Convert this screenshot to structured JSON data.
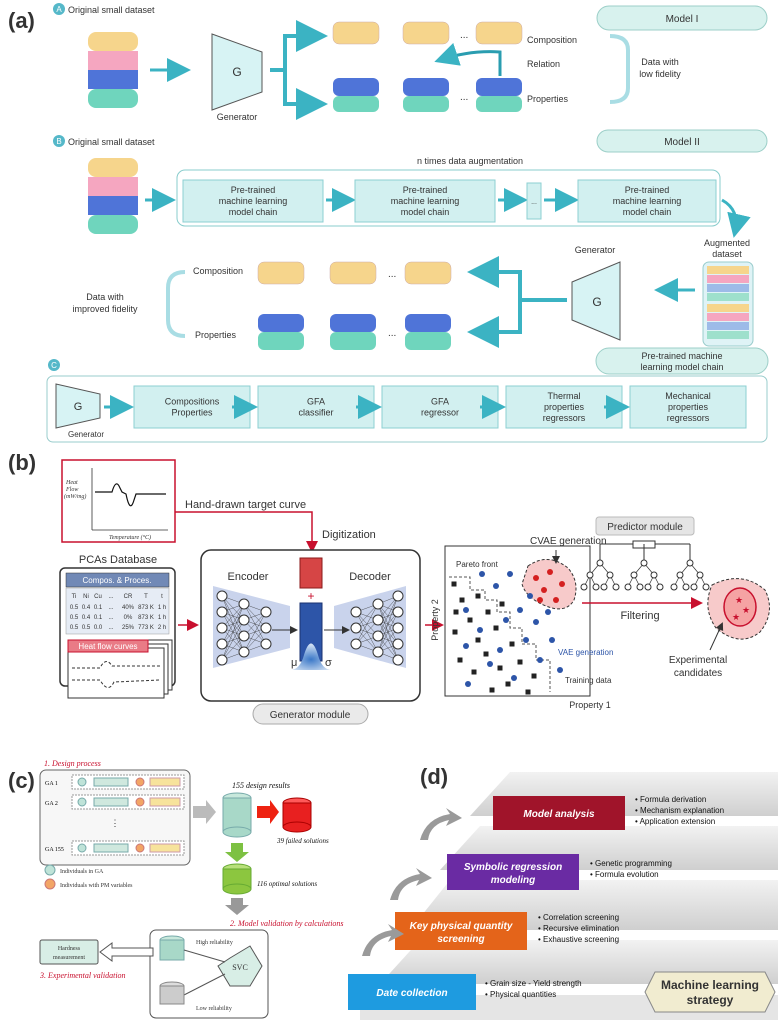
{
  "panels": {
    "a": "(a)",
    "b": "(b)",
    "c": "(c)",
    "d": "(d)"
  },
  "a": {
    "badge_a": "A",
    "title_a": "Original small dataset",
    "model1": "Model I",
    "generator": "G",
    "generator_label": "Generator",
    "ellipsis": "...",
    "composition": "Composition",
    "relation": "Relation",
    "properties": "Properties",
    "fidelity_low_1": "Data with",
    "fidelity_low_2": "low fidelity",
    "badge_b": "B",
    "title_b": "Original small dataset",
    "model2": "Model II",
    "augmentation": "n times data augmentation",
    "chain_1": "Pre-trained",
    "chain_2": "machine learning",
    "chain_3": "model chain",
    "generator2_label": "Generator",
    "augmented_1": "Augmented",
    "augmented_2": "dataset",
    "composition2": "Composition",
    "properties2": "Properties",
    "fidelity_imp_1": "Data with",
    "fidelity_imp_2": "improved fidelity",
    "pretrained_chain_1": "Pre-trained machine",
    "pretrained_chain_2": "learning model chain",
    "badge_c": "C",
    "pipeline": [
      {
        "l1": "Compositions",
        "l2": "Properties"
      },
      {
        "l1": "GFA",
        "l2": "classifier"
      },
      {
        "l1": "GFA",
        "l2": "regressor"
      },
      {
        "l1": "Thermal",
        "l2": "properties",
        "l3": "regressors"
      },
      {
        "l1": "Mechanical",
        "l2": "properties",
        "l3": "regressors"
      }
    ],
    "generator3_label": "Generator"
  },
  "b": {
    "curve_ylabel_1": "Heat",
    "curve_ylabel_2": "Flow",
    "curve_ylabel_3": "(mW/mg)",
    "curve_xlabel": "Temperature (°C)",
    "hand_drawn": "Hand-drawn target curve",
    "digitization": "Digitization",
    "pcas": "PCAs Database",
    "compos_header": "Compos. & Proces.",
    "table_header": [
      "Ti",
      "Ni",
      "Cu",
      "...",
      "CR",
      "T",
      "t"
    ],
    "table_rows": [
      [
        "0.5",
        "0.4",
        "0.1",
        "...",
        "40%",
        "873 K",
        "1 h"
      ],
      [
        "0.5",
        "0.4",
        "0.1",
        "...",
        "0%",
        "873 K",
        "1 h"
      ],
      [
        "0.5",
        "0.5",
        "0.0",
        "...",
        "25%",
        "773 K",
        "2 h"
      ]
    ],
    "heat_flow": "Heat flow curves",
    "encoder": "Encoder",
    "decoder": "Decoder",
    "mu": "μ",
    "sigma": "σ",
    "generator_module": "Generator module",
    "property2": "Property 2",
    "property1": "Property 1",
    "pareto": "Pareto front",
    "cvae": "CVAE generation",
    "vae": "VAE generation",
    "training": "Training data",
    "predictor": "Predictor module",
    "filtering": "Filtering",
    "experimental_1": "Experimental",
    "experimental_2": "candidates"
  },
  "c": {
    "design_process": "1. Design process",
    "ga_labels": [
      "GA 1",
      "GA 2",
      "GA 155"
    ],
    "results": "155 design results",
    "failed": "39 failed solutions",
    "optimal": "116 optimal solutions",
    "legend_ga": "Individuals in GA",
    "legend_pm": "Individuals with PM variables",
    "model_validation": "2. Model validation by calculations",
    "hardness_1": "Hardness",
    "hardness_2": "measurement",
    "experimental": "3. Experimental validation",
    "high": "High reliability",
    "svc": "SVC",
    "low": "Low reliability"
  },
  "d": {
    "steps": [
      {
        "title_1": "Model analysis",
        "title_2": "",
        "bullets": [
          "Formula derivation",
          "Mechanism explanation",
          "Application extension"
        ],
        "color": "#a0142a"
      },
      {
        "title_1": "Symbolic regression",
        "title_2": "modeling",
        "bullets": [
          "Genetic programming",
          "Formula evolution"
        ],
        "color": "#6a2ba3"
      },
      {
        "title_1": "Key physical quantity",
        "title_2": "screening",
        "bullets": [
          "Correlation screening",
          "Recursive elimination",
          "Exhaustive screening"
        ],
        "color": "#e4641a"
      },
      {
        "title_1": "Date collection",
        "title_2": "",
        "bullets": [
          "Grain size - Yield strength",
          "Physical quantities"
        ],
        "color": "#1e9be0"
      }
    ],
    "strategy_1": "Machine learning",
    "strategy_2": "strategy"
  }
}
